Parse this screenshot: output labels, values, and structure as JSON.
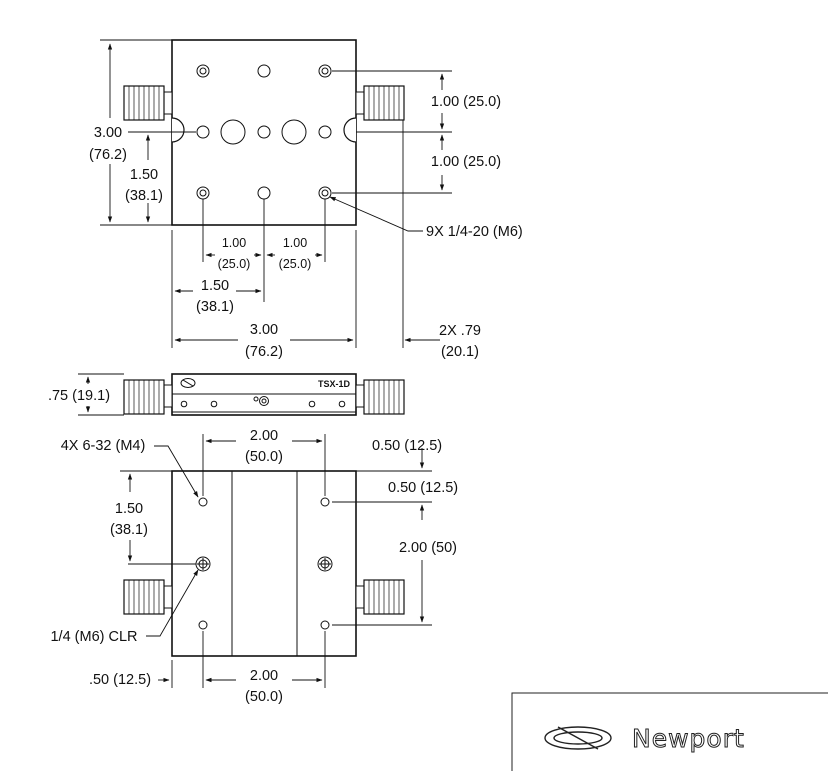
{
  "top_view": {
    "height": "3.00",
    "height_mm": "(76.2)",
    "half_height": "1.50",
    "half_height_mm": "(38.1)",
    "row_pitch_1": "1.00 (25.0)",
    "row_pitch_2": "1.00 (25.0)",
    "thread_callout": "9X 1/4-20 (M6)",
    "col_pitch_1": "1.00",
    "col_pitch_1_mm": "(25.0)",
    "col_pitch_2": "1.00",
    "col_pitch_2_mm": "(25.0)",
    "half_width": "1.50",
    "half_width_mm": "(38.1)",
    "width": "3.00",
    "width_mm": "(76.2)",
    "micrometer_offset": "2X .79",
    "micrometer_offset_mm": "(20.1)"
  },
  "side_view": {
    "height": ".75 (19.1)",
    "model": "TSX-1D"
  },
  "bottom_view": {
    "thread_callout": "4X 6-32 (M4)",
    "width": "2.00",
    "width_mm": "(50.0)",
    "top_offset": "0.50 (12.5)",
    "edge_offset": "0.50 (12.5)",
    "left_height": "1.50",
    "left_height_mm": "(38.1)",
    "right_height": "2.00 (50)",
    "clearance_callout": "1/4 (M6) CLR",
    "bottom_offset": ".50 (12.5)",
    "bottom_width": "2.00",
    "bottom_width_mm": "(50.0)"
  },
  "brand": {
    "name": "Newport"
  }
}
